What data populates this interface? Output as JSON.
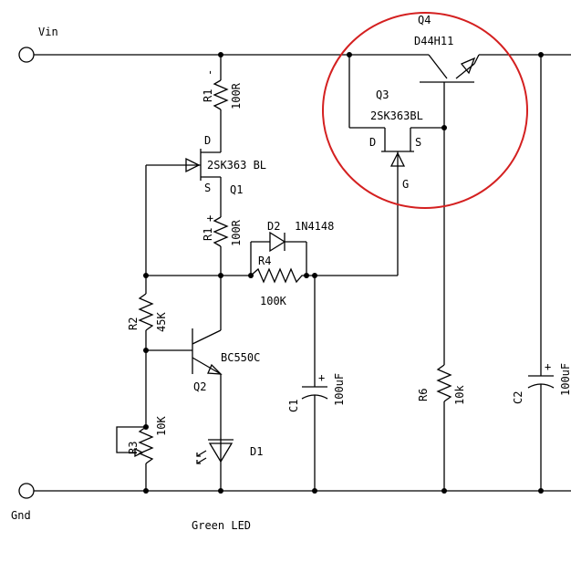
{
  "nets": {
    "vin": "Vin",
    "gnd": "Gnd"
  },
  "parts": {
    "q4": {
      "ref": "Q4",
      "value": "D44H11"
    },
    "q3": {
      "ref": "Q3",
      "value": "2SK363BL",
      "d": "D",
      "s": "S",
      "g": "G"
    },
    "q1": {
      "ref": "Q1",
      "value": "2SK363 BL",
      "d": "D",
      "s": "S"
    },
    "r1a": {
      "ref": "R1",
      "value": "100R",
      "pin": "-"
    },
    "r1b": {
      "ref": "R1",
      "value": "100R",
      "pin": "+"
    },
    "d2": {
      "ref": "D2",
      "value": "1N4148"
    },
    "r4": {
      "ref": "R4",
      "value": "100K"
    },
    "r2": {
      "ref": "R2",
      "value": "45K"
    },
    "q2": {
      "ref": "Q2",
      "value": "BC550C"
    },
    "r3": {
      "ref": "R3",
      "value": "10K"
    },
    "d1": {
      "ref": "D1",
      "value": "Green LED"
    },
    "c1": {
      "ref": "C1",
      "value": "100uF",
      "pin": "+"
    },
    "r6": {
      "ref": "R6",
      "value": "10k"
    },
    "c2": {
      "ref": "C2",
      "value": "100uF",
      "pin": "+"
    }
  }
}
